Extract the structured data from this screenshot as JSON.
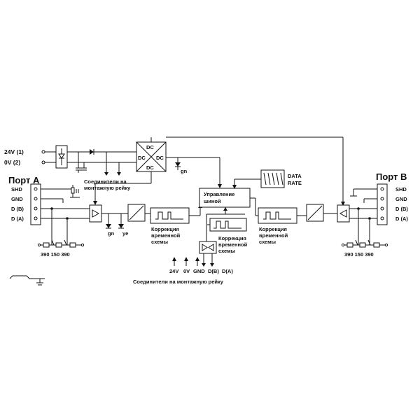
{
  "power": {
    "in1": "24V (1)",
    "in2": "0V  (2)",
    "dc_tl": "DC",
    "dc_l": "DC",
    "dc_r": "DC",
    "dc_b": "DC",
    "gn_led": "gn",
    "rail_note_line1": "Соединители на",
    "rail_note_line2": "монтажную рейку"
  },
  "port_a": {
    "title": "Порт A",
    "pins": [
      "SHD",
      "GND",
      "D (B)",
      "D (A)"
    ],
    "resistors": "390 150 390",
    "led_gn": "gn",
    "led_ye": "ye"
  },
  "port_b": {
    "title": "Порт B",
    "pins": [
      "SHD",
      "GND",
      "D (B)",
      "D (A)"
    ],
    "resistors": "390 150 390"
  },
  "blocks": {
    "bus_control_line1": "Управление",
    "bus_control_line2": "шиной",
    "data_rate_line1": "DATA",
    "data_rate_line2": "RATE",
    "timing_left_line1": "Коррекция",
    "timing_left_line2": "временной",
    "timing_left_line3": "схемы",
    "timing_mid_line1": "Коррекция",
    "timing_mid_line2": "временной",
    "timing_mid_line3": "схемы",
    "timing_right_line1": "Коррекция",
    "timing_right_line2": "временной",
    "timing_right_line3": "схемы"
  },
  "rail_connectors": {
    "labels": [
      "24V",
      "0V",
      "GND",
      "D(B)",
      "D(A)"
    ],
    "caption": "Соединители на монтажную рейку"
  }
}
